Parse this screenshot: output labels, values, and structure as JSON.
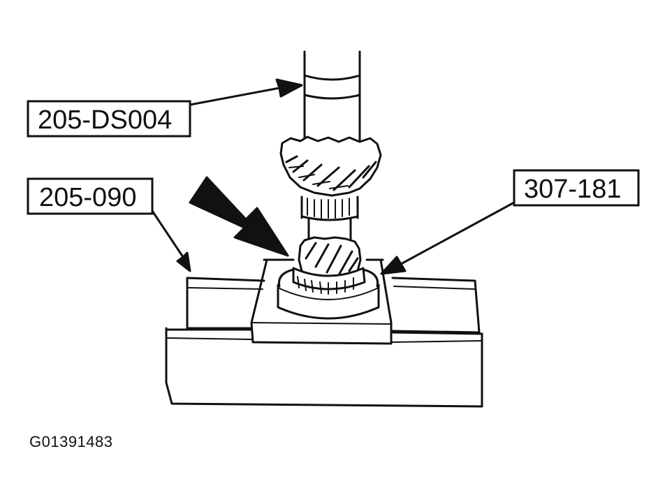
{
  "callouts": {
    "tool_top": "205-DS004",
    "tool_left": "205-090",
    "tool_right": "307-181"
  },
  "figure_id": "G01391483",
  "colors": {
    "ink": "#111111",
    "paper": "#ffffff"
  }
}
